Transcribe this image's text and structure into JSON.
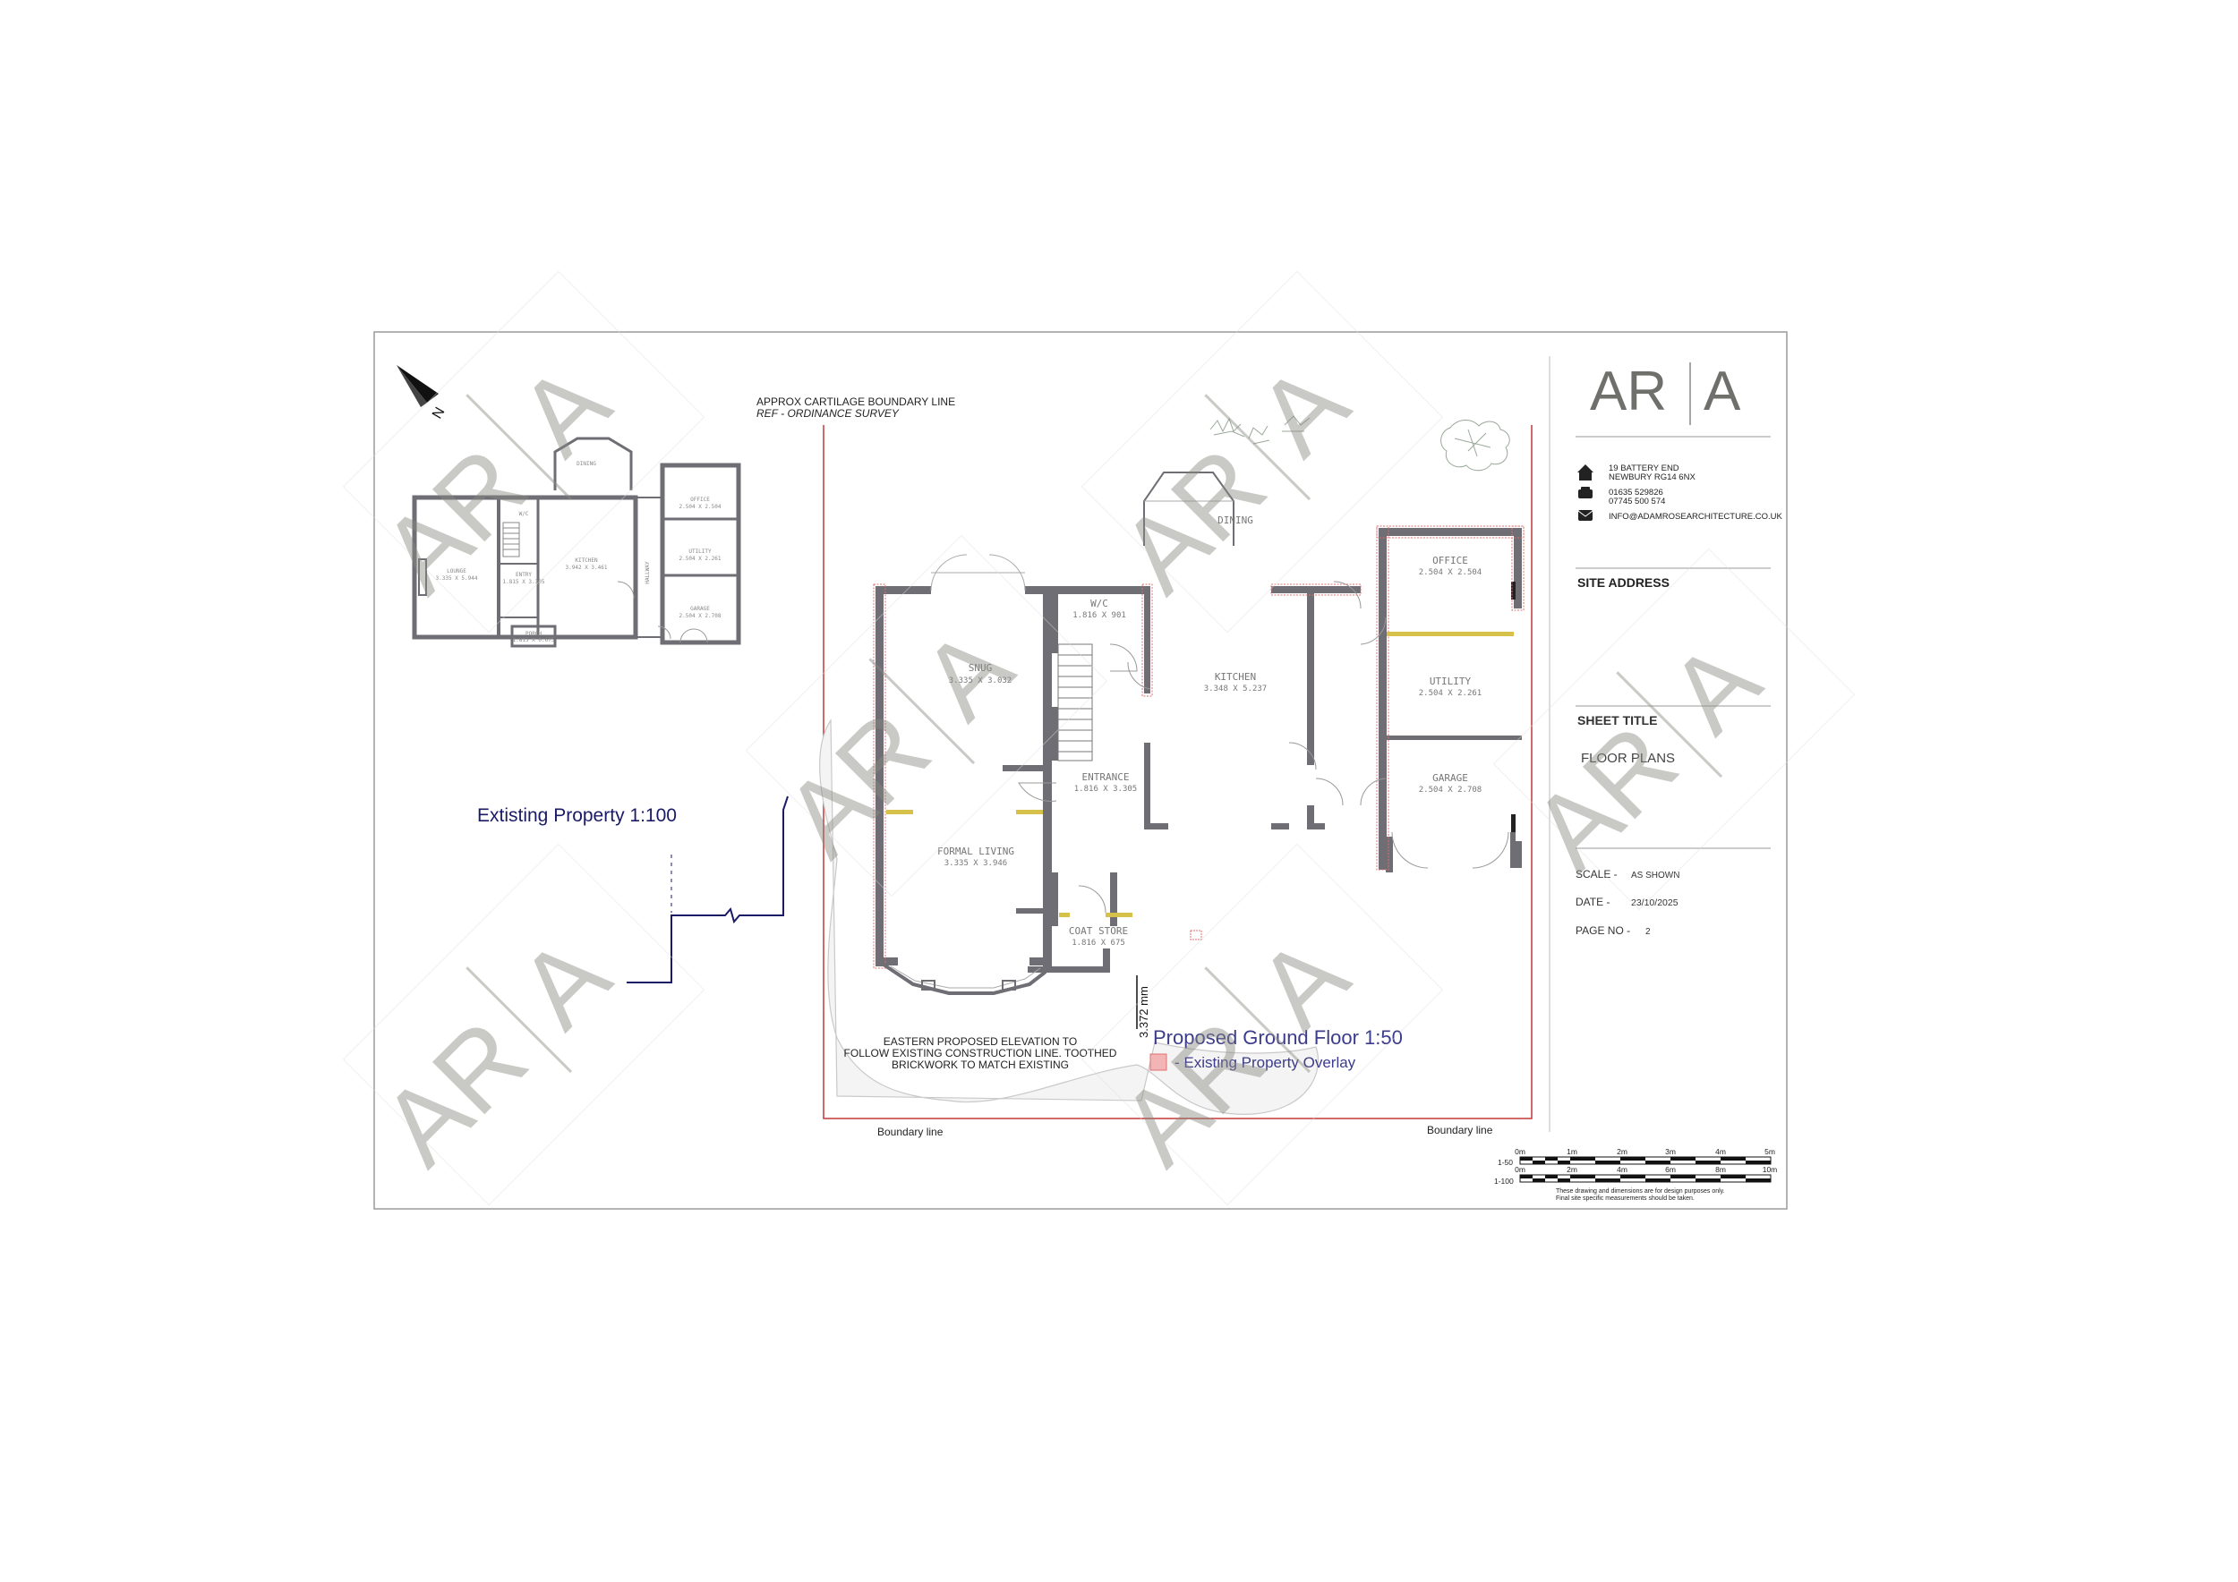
{
  "logo": {
    "left": "AR",
    "right": "A"
  },
  "contact": {
    "address_line1": "19 BATTERY END",
    "address_line2": "NEWBURY RG14 6NX",
    "phone1": "01635 529826",
    "phone2": "07745 500 574",
    "email": "INFO@ADAMROSEARCHITECTURE.CO.UK"
  },
  "title_block": {
    "site_address_label": "SITE ADDRESS",
    "sheet_title_label": "SHEET TITLE",
    "sheet_title": "FLOOR PLANS",
    "scale_label": "SCALE -",
    "scale_value": "AS SHOWN",
    "date_label": "DATE -",
    "date_value": "23/10/2025",
    "page_label": "PAGE NO -",
    "page_value": "2"
  },
  "north_label": "N",
  "watermark_text": "AR|A",
  "existing": {
    "title": "Extisting Property 1:100",
    "rooms": {
      "office": "OFFICE",
      "office_dim": "2.504 X 2.504",
      "utility": "UTILITY",
      "utility_dim": "2.504 X 2.261",
      "garage": "GARAGE",
      "garage_dim": "2.504 X 2.708",
      "kitchen": "KITCHEN",
      "kitchen_dim": "3.942 X 3.461",
      "dining": "DINING",
      "lounge": "LOUNGE",
      "lounge_dim": "3.335 X 5.944",
      "wc": "W/C",
      "entry": "ENTRY",
      "entry_dim": "1.815 X 3.305",
      "porch": "PORCH",
      "porch_dim": "1.815 X 0.675",
      "hallway": "HALLWAY"
    }
  },
  "proposed": {
    "boundary_note_line1": "APPROX CARTILAGE BOUNDARY LINE",
    "boundary_note_line2": "REF - ORDINANCE SURVEY",
    "title": "Proposed Ground Floor 1:50",
    "overlay_legend": "- Existing Property Overlay",
    "dimension": "3.372 mm",
    "elevation_note_line1": "EASTERN PROPOSED ELEVATION TO",
    "elevation_note_line2": "FOLLOW EXISTING CONSTRUCTION LINE. TOOTHED",
    "elevation_note_line3": "BRICKWORK TO MATCH EXISTING",
    "boundary_left": "Boundary line",
    "boundary_right": "Boundary line",
    "rooms": {
      "snug": "SNUG",
      "snug_dim": "3.335 X 3.032",
      "wc": "W/C",
      "wc_dim": "1.816 X 901",
      "entrance": "ENTRANCE",
      "entrance_dim": "1.816 X 3.305",
      "formal_living": "FORMAL LIVING",
      "formal_living_dim": "3.335 X 3.946",
      "coat_store": "COAT STORE",
      "coat_store_dim": "1.816 X 675",
      "kitchen": "KITCHEN",
      "kitchen_dim": "3.348 X 5.237",
      "dining": "DINING",
      "office": "OFFICE",
      "office_dim": "2.504 X 2.504",
      "utility": "UTILITY",
      "utility_dim": "2.504 X 2.261",
      "garage": "GARAGE",
      "garage_dim": "2.504 X 2.708"
    }
  },
  "scale_bar": {
    "label_150": "1-50",
    "label_1100": "1-100",
    "ticks_150": [
      "0m",
      "1m",
      "2m",
      "3m",
      "4m",
      "5m"
    ],
    "ticks_1100": [
      "0m",
      "2m",
      "4m",
      "6m",
      "8m",
      "10m"
    ],
    "disclaimer_line1": "These drawing and dimensions are for design purposes only.",
    "disclaimer_line2": "Final site specific measurements should be taken."
  },
  "colors": {
    "wall": "#6e6e74",
    "overlay_red": "#e07070",
    "boundary_red": "#c23a3a",
    "navy": "#1a1a66",
    "title_purple": "#3c3c8c",
    "yellow": "#d6c24a",
    "logo_gray": "#6f6f6b"
  }
}
